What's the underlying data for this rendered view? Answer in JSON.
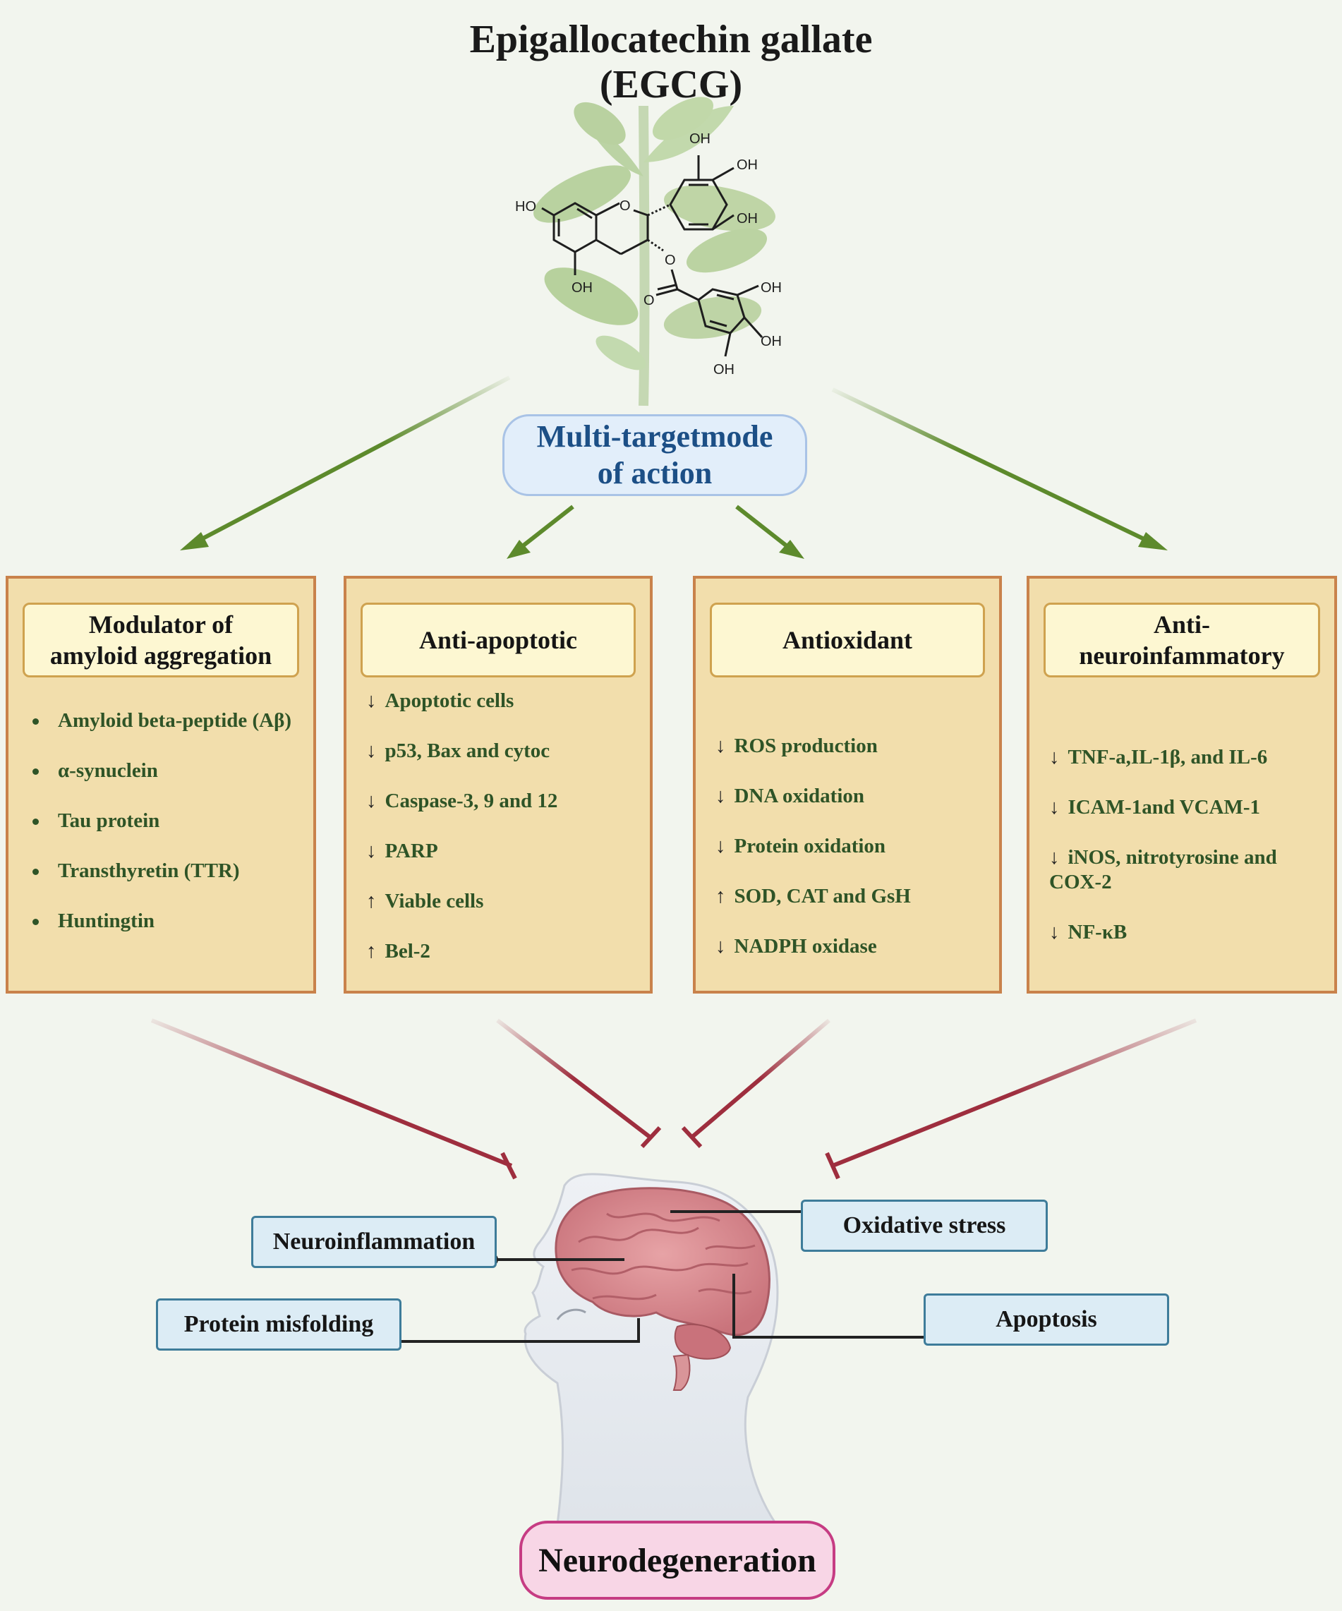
{
  "title": {
    "line1": "Epigallocatechin gallate",
    "line2": "(EGCG)"
  },
  "molecule_labels": [
    "HO",
    "OH",
    "OH",
    "OH",
    "O",
    "O",
    "O",
    "OH",
    "OH",
    "OH",
    "OH"
  ],
  "mode": {
    "line1": "Multi-targetmode",
    "line2": "of action"
  },
  "panels": [
    {
      "heading_line1": "Modulator of",
      "heading_line2": "amyloid aggregation",
      "items": [
        {
          "text": "Amyloid beta-peptide (Aβ)"
        },
        {
          "text": "α-synuclein"
        },
        {
          "text": "Tau protein"
        },
        {
          "text": "Transthyretin (TTR)"
        },
        {
          "text": "Huntingtin"
        }
      ]
    },
    {
      "heading_line1": "Anti-apoptotic",
      "heading_line2": "",
      "items": [
        {
          "arrow": "↓",
          "text": "Apoptotic cells"
        },
        {
          "arrow": "↓",
          "text": "p53, Bax and cytoc"
        },
        {
          "arrow": "↓",
          "text": "Caspase-3, 9 and 12"
        },
        {
          "arrow": "↓",
          "text": "PARP"
        },
        {
          "arrow": "↑",
          "text": "Viable cells"
        },
        {
          "arrow": "↑",
          "text": "Bel-2"
        }
      ]
    },
    {
      "heading_line1": "Antioxidant",
      "heading_line2": "",
      "items": [
        {
          "arrow": "↓",
          "text": "ROS production"
        },
        {
          "arrow": "↓",
          "text": "DNA oxidation"
        },
        {
          "arrow": "↓",
          "text": "Protein oxidation"
        },
        {
          "arrow": "↑",
          "text": "SOD, CAT and GsH"
        },
        {
          "arrow": "↓",
          "text": "NADPH oxidase"
        }
      ]
    },
    {
      "heading_line1": "Anti-",
      "heading_line2": "neuroinfammatory",
      "items": [
        {
          "arrow": "↓",
          "text": "TNF-a,IL-1β, and IL-6"
        },
        {
          "arrow": "↓",
          "text": "ICAM-1and VCAM-1"
        },
        {
          "arrow": "↓",
          "text": "iNOS, nitrotyrosine and COX-2"
        },
        {
          "arrow": "↓",
          "text": "NF-κB"
        }
      ]
    }
  ],
  "effects": {
    "neuroinflammation": "Neuroinflammation",
    "oxidative_stress": "Oxidative stress",
    "protein_misfolding": "Protein misfolding",
    "apoptosis": "Apoptosis"
  },
  "outcome": "Neurodegeneration",
  "colors": {
    "background": "#f2f5ee",
    "activation_arrow": "#5d8a2c",
    "inhibition_line": "#9e2e3e",
    "panel_fill": "#f2deac",
    "panel_border": "#c9824b",
    "item_text": "#2f5427",
    "mode_text": "#1c4f86",
    "effect_fill": "#dcecf5",
    "effect_border": "#3e7c9a",
    "outcome_border": "#c63c83"
  }
}
